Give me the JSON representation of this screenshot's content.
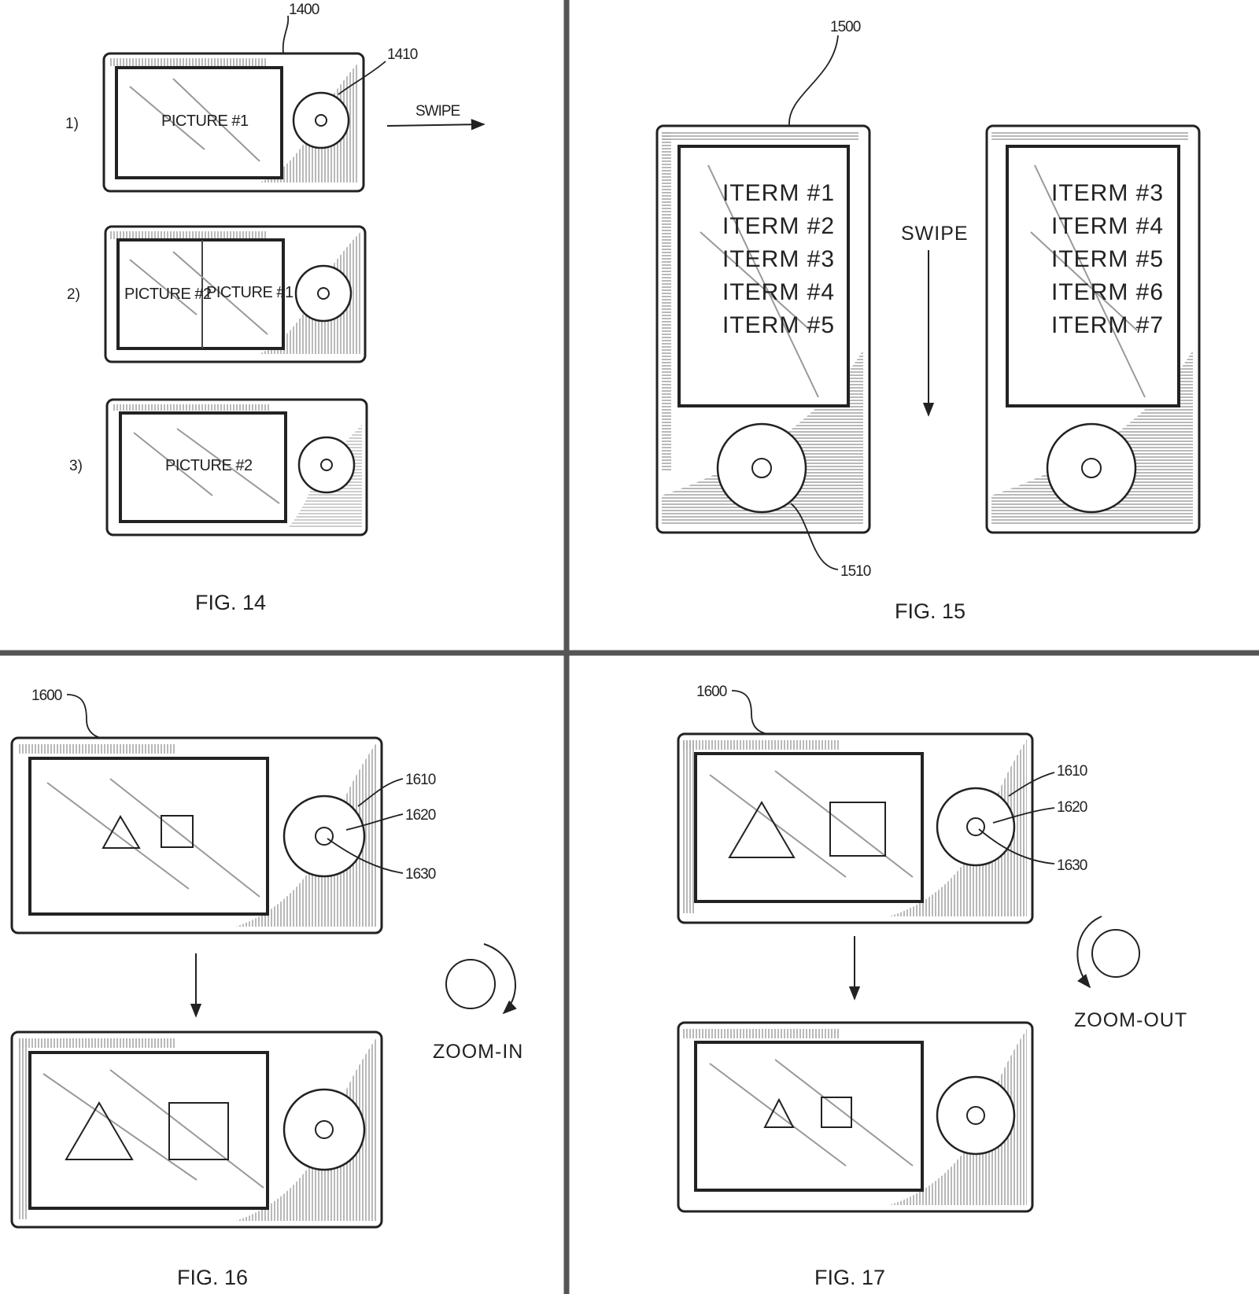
{
  "colors": {
    "ink": "#222222",
    "divider": "#555555",
    "hatch": "#8a8a8a",
    "paper": "#ffffff"
  },
  "icons": {
    "wheel": "click-wheel-icon",
    "arrow": "arrow-icon",
    "rotate": "rotate-gesture-icon"
  },
  "fig14": {
    "caption": "FIG. 14",
    "ref_device": "1400",
    "ref_wheel": "1410",
    "gesture": "SWIPE",
    "steps": [
      {
        "label": "1)",
        "texts": [
          "PICTURE #1"
        ]
      },
      {
        "label": "2)",
        "texts": [
          "PICTURE #2",
          "PICTURE #1"
        ]
      },
      {
        "label": "3)",
        "texts": [
          "PICTURE #2"
        ]
      }
    ]
  },
  "fig15": {
    "caption": "FIG. 15",
    "ref_device": "1500",
    "ref_wheel": "1510",
    "gesture": "SWIPE",
    "list_before": [
      "ITERM #1",
      "ITERM #2",
      "ITERM #3",
      "ITERM #4",
      "ITERM #5"
    ],
    "list_after": [
      "ITERM #3",
      "ITERM #4",
      "ITERM #5",
      "ITERM #6",
      "ITERM #7"
    ]
  },
  "fig16": {
    "caption": "FIG. 16",
    "ref_device": "1600",
    "ref_wheel": "1610",
    "ref_ring": "1620",
    "ref_center": "1630",
    "gesture": "ZOOM-IN"
  },
  "fig17": {
    "caption": "FIG. 17",
    "ref_device": "1600",
    "ref_wheel": "1610",
    "ref_ring": "1620",
    "ref_center": "1630",
    "gesture": "ZOOM-OUT"
  }
}
